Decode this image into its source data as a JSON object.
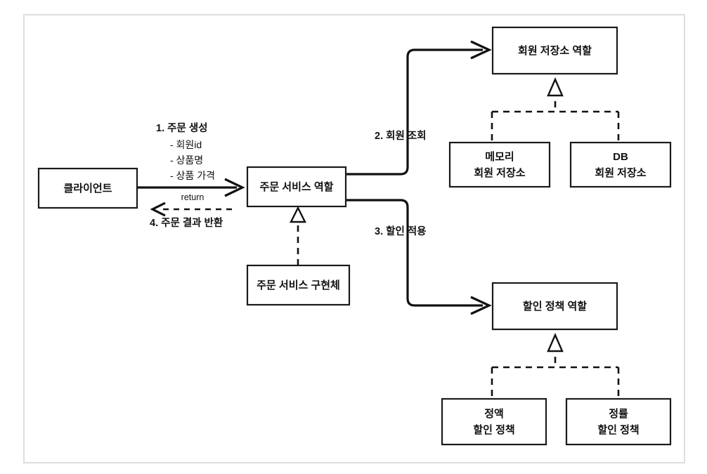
{
  "diagram": {
    "title": "Order service role collaboration diagram",
    "frame": {
      "border_color": "#dcdde0",
      "background": "#ffffff"
    },
    "stroke_color": "#111111",
    "nodes": {
      "client": {
        "label": "클라이언트"
      },
      "order_service_role": {
        "label": "주문 서비스 역할"
      },
      "order_service_impl": {
        "label": "주문 서비스 구현체"
      },
      "member_repo_role": {
        "label": "회원 저장소 역할"
      },
      "memory_member_repo": {
        "line1": "메모리",
        "line2": "회원 저장소"
      },
      "db_member_repo": {
        "line1": "DB",
        "line2": "회원 저장소"
      },
      "discount_policy_role": {
        "label": "할인 정책 역할"
      },
      "fix_discount_policy": {
        "line1": "정액",
        "line2": "할인 정책"
      },
      "rate_discount_policy": {
        "line1": "정률",
        "line2": "할인 정책"
      }
    },
    "annotations": {
      "step1_title": "1. 주문 생성",
      "step1_items": [
        "- 회원id",
        "- 상품명",
        "- 상품 가격"
      ],
      "step2": "2. 회원 조회",
      "step3": "3. 할인 적용",
      "step4": "4. 주문 결과 반환",
      "return_label": "return"
    }
  }
}
